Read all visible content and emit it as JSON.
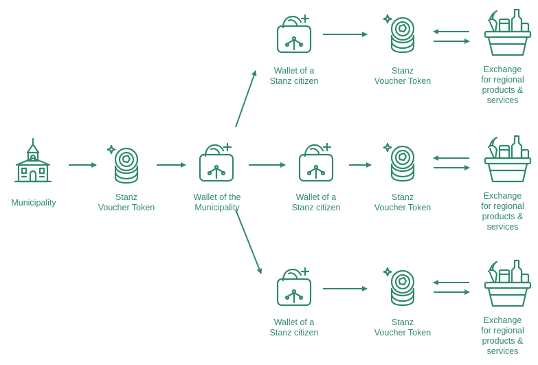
{
  "colors": {
    "accent": "#2f8a6a",
    "background": "#ffffff"
  },
  "nodes": {
    "municipality": {
      "label": "Municipality",
      "icon": "building-icon"
    },
    "token_main": {
      "label_line1": "Stanz",
      "label_line2": "Voucher Token",
      "icon": "coin-stack-icon"
    },
    "wallet_main": {
      "label_line1": "Wallet of the",
      "label_line2": "Municipality",
      "icon": "wallet-icon"
    },
    "citizen_wallets": [
      {
        "label_line1": "Wallet of a",
        "label_line2": "Stanz citizen",
        "icon": "wallet-icon"
      },
      {
        "label_line1": "Wallet of a",
        "label_line2": "Stanz citizen",
        "icon": "wallet-icon"
      },
      {
        "label_line1": "Wallet of a",
        "label_line2": "Stanz citizen",
        "icon": "wallet-icon"
      }
    ],
    "citizen_tokens": [
      {
        "label_line1": "Stanz",
        "label_line2": "Voucher Token",
        "icon": "coin-stack-icon"
      },
      {
        "label_line1": "Stanz",
        "label_line2": "Voucher Token",
        "icon": "coin-stack-icon"
      },
      {
        "label_line1": "Stanz",
        "label_line2": "Voucher Token",
        "icon": "coin-stack-icon"
      }
    ],
    "exchanges": [
      {
        "line1": "Exchange",
        "line2": "for regional",
        "line3": "products &",
        "line4": "services",
        "icon": "basket-icon"
      },
      {
        "line1": "Exchange",
        "line2": "for regional",
        "line3": "products &",
        "line4": "services",
        "icon": "basket-icon"
      },
      {
        "line1": "Exchange",
        "line2": "for regional",
        "line3": "products &",
        "line4": "services",
        "icon": "basket-icon"
      }
    ]
  }
}
